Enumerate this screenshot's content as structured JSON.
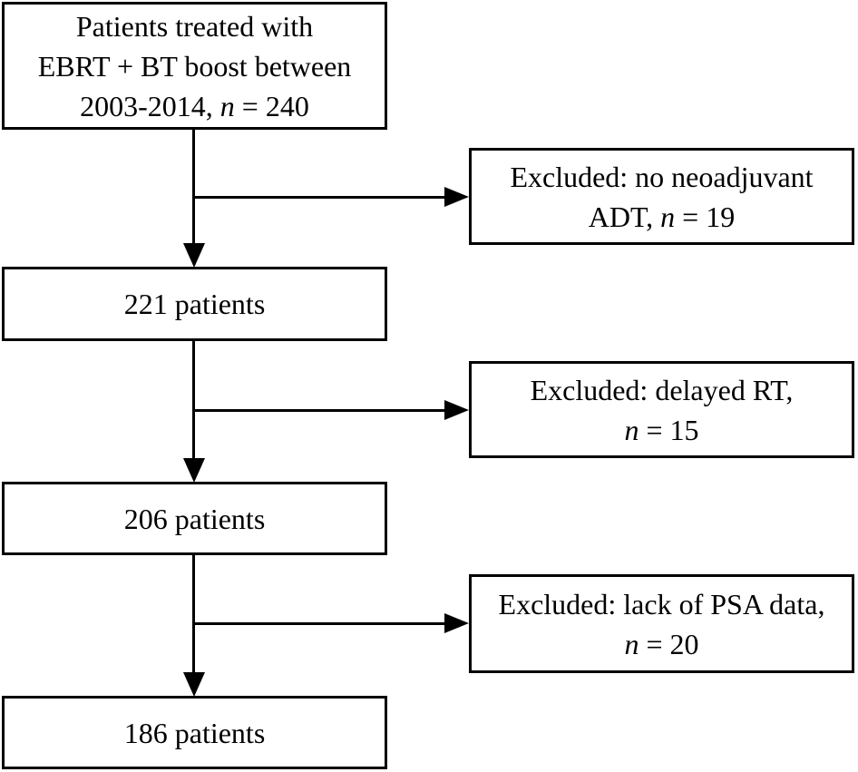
{
  "flowchart": {
    "type": "patient-flow-diagram",
    "colors": {
      "background": "#ffffff",
      "box_fill": "#ffffff",
      "box_border": "#000000",
      "text": "#000000",
      "connector": "#000000"
    },
    "start_box": {
      "line1": "Patients treated with",
      "line2": "EBRT + BT boost between",
      "line3_pre": "2003-2014, ",
      "n_var": "n",
      "line3_post": " = 240"
    },
    "step_boxes": [
      {
        "label": "221 patients"
      },
      {
        "label": "206 patients"
      },
      {
        "label": "186 patients"
      }
    ],
    "exclusion_boxes": [
      {
        "line1": "Excluded: no neoadjuvant",
        "line2_pre": "ADT, ",
        "n_var": "n",
        "line2_post": " = 19"
      },
      {
        "line1": "Excluded: delayed RT,",
        "line2_pre": "",
        "n_var": "n",
        "line2_post": " = 15"
      },
      {
        "line1": "Excluded: lack of PSA data,",
        "line2_pre": "",
        "n_var": "n",
        "line2_post": " = 20"
      }
    ]
  }
}
